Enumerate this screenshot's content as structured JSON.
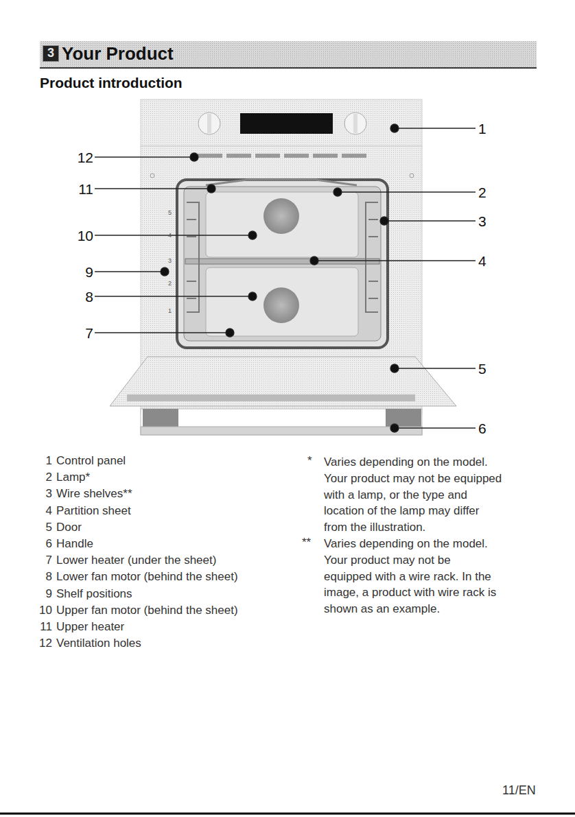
{
  "diagram": {
    "title": "Your Product",
    "nodes": [
      {
        "text": [
          "3"
        ]
      }
    ],
    "labels": [
      "Product introduction",
      "1",
      "2",
      "3",
      "4",
      "5",
      "6",
      "7",
      "8",
      "9",
      "10",
      "11",
      "12",
      "5",
      "4",
      "3",
      "2",
      "1",
      "1",
      "Control panel",
      "2",
      "Lamp*",
      "3",
      "Wire shelves**",
      "4",
      "Partition sheet",
      "5",
      "Door",
      "6",
      "Handle",
      "7",
      "Lower heater (under the sheet)",
      "8",
      "Lower fan motor (behind the sheet)",
      "9",
      "Shelf positions",
      "10",
      "Upper fan motor (behind the sheet)",
      "11",
      "Upper heater",
      "12",
      "Ventilation holes",
      "*",
      "Varies depending on the model. Your product may not be equipped with a lamp, or the type and location of the lamp may differ from the illustration.",
      "**",
      "Varies depending on the model. Your product may not be equipped with a wire rack. In the image, a product with wire rack is shown as an example.",
      "11/EN"
    ]
  }
}
